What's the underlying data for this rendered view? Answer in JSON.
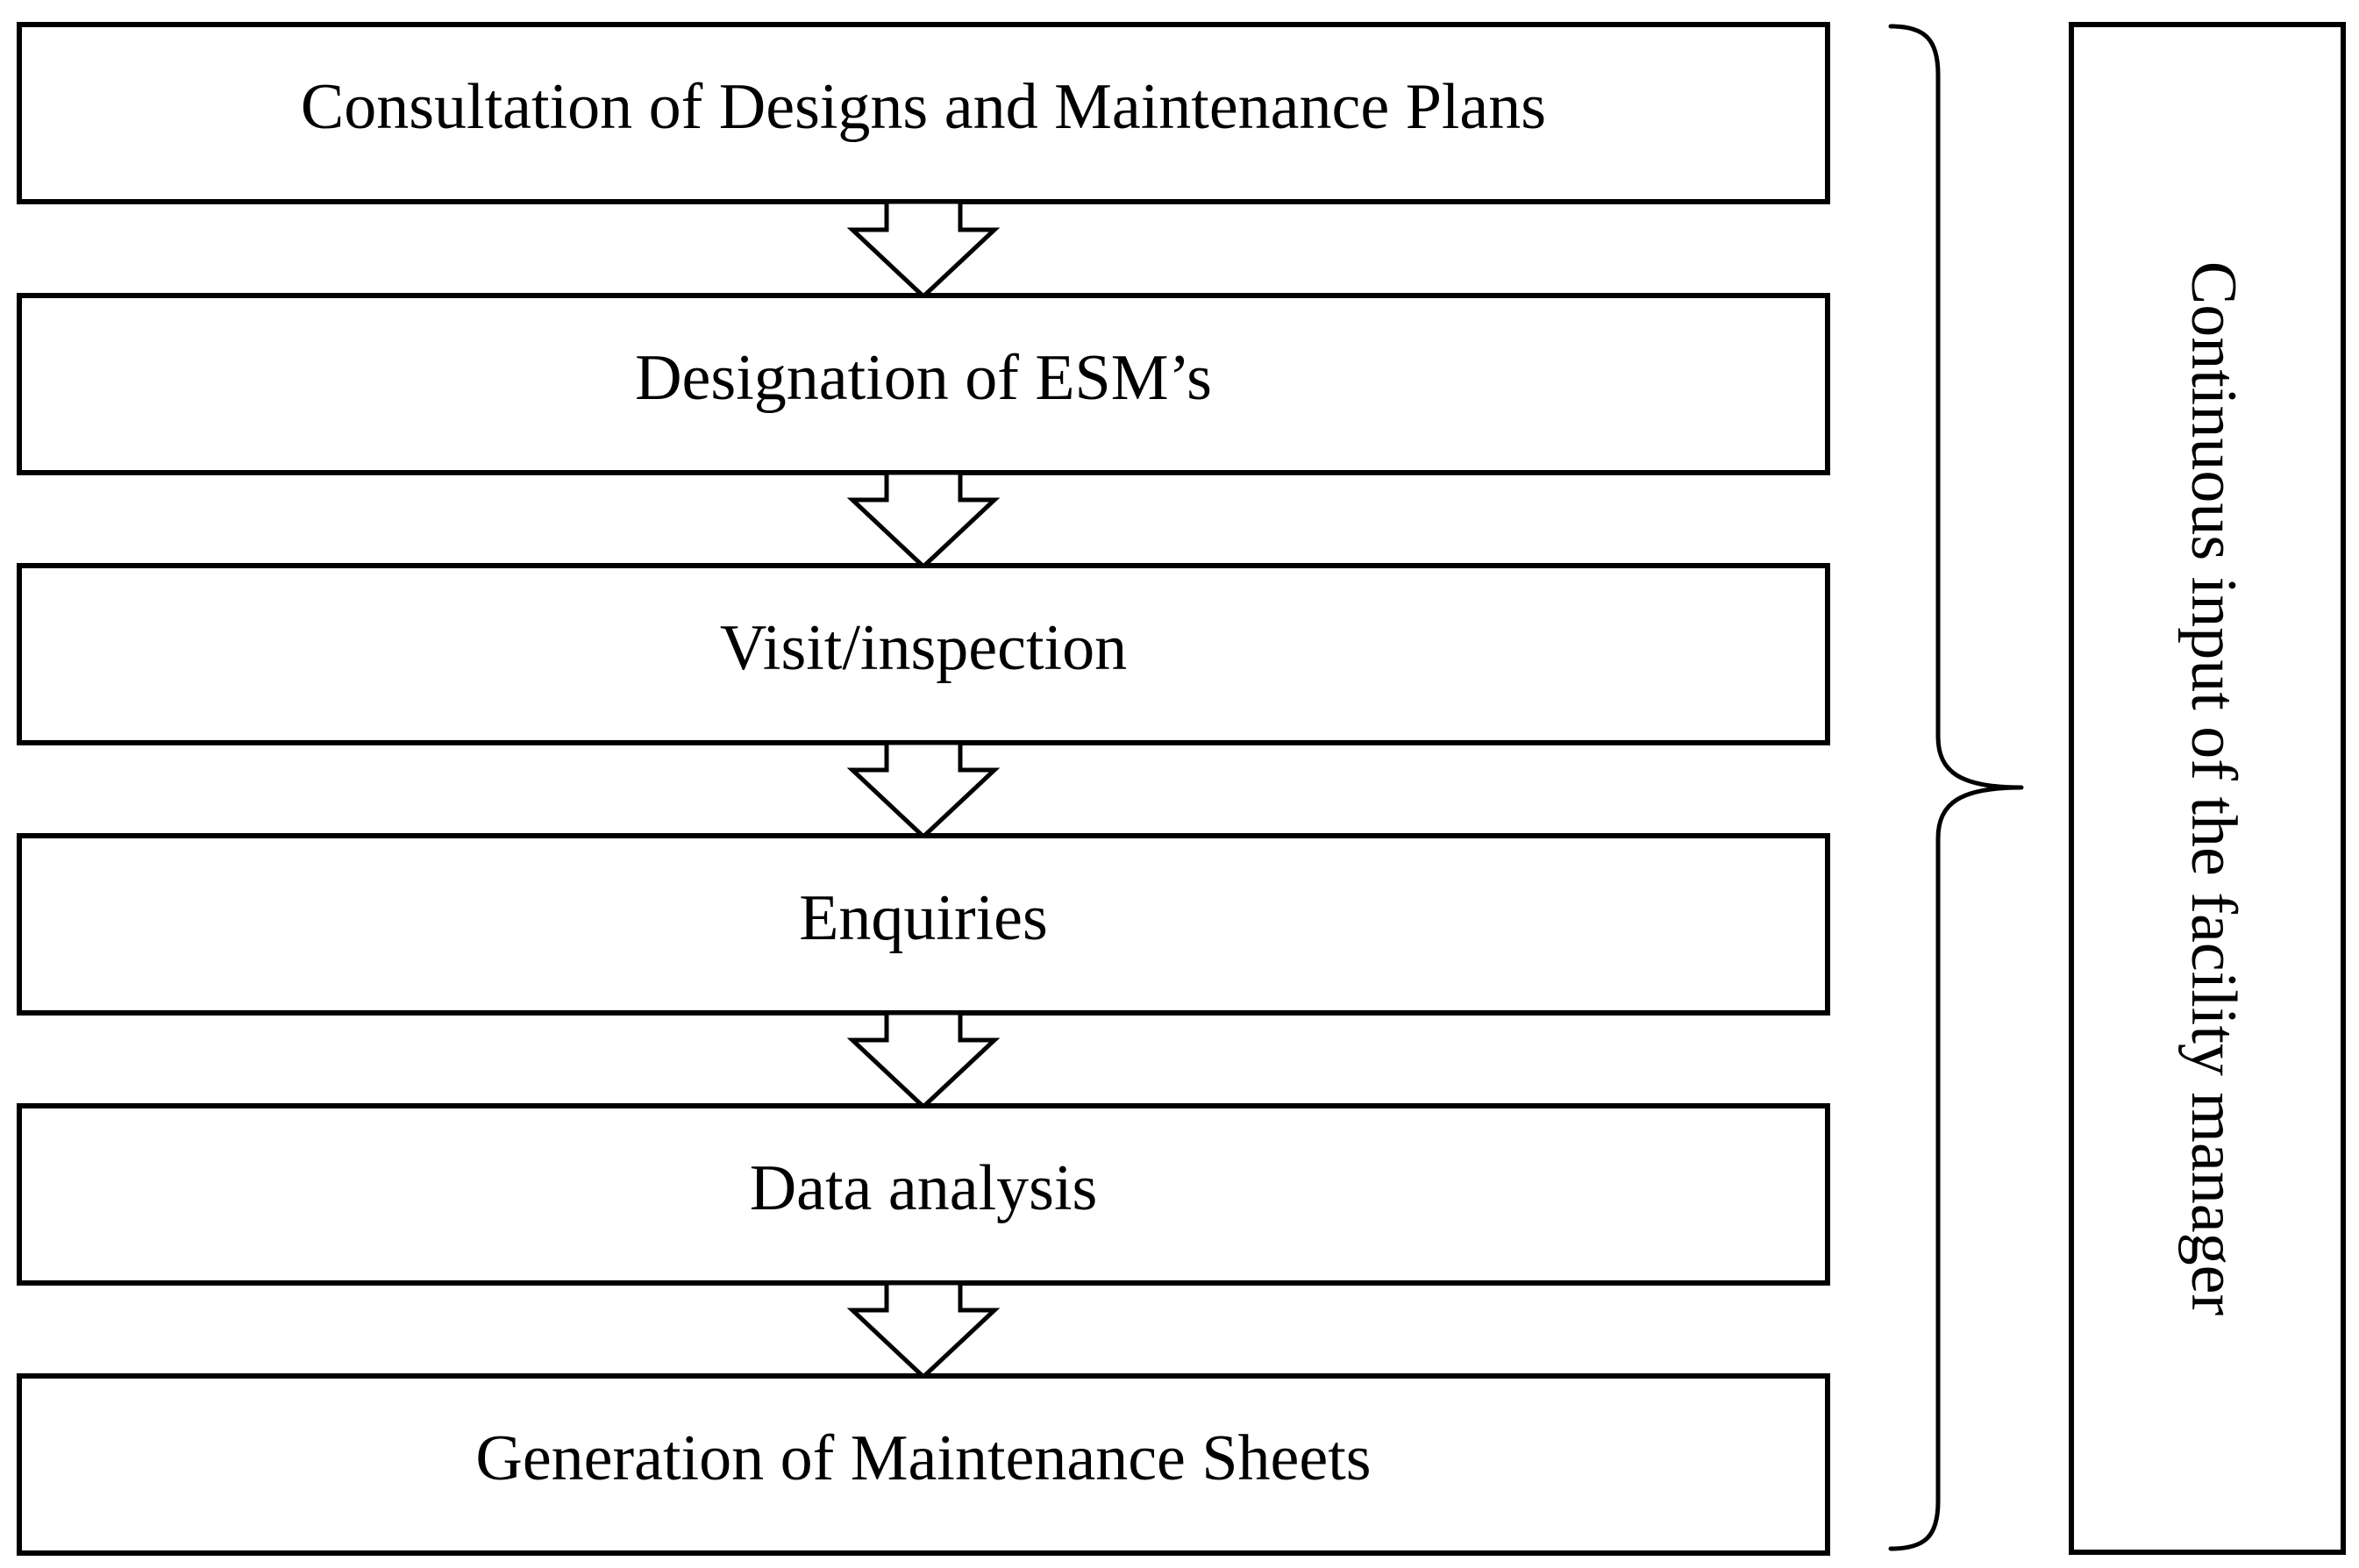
{
  "steps": [
    {
      "label": "Consultation of Designs and Maintenance Plans"
    },
    {
      "label": "Designation of ESM’s"
    },
    {
      "label": "Visit/inspection"
    },
    {
      "label": "Enquiries"
    },
    {
      "label": "Data analysis"
    },
    {
      "label": "Generation of Maintenance Sheets"
    }
  ],
  "side_label": "Continuous input of the facility manager"
}
